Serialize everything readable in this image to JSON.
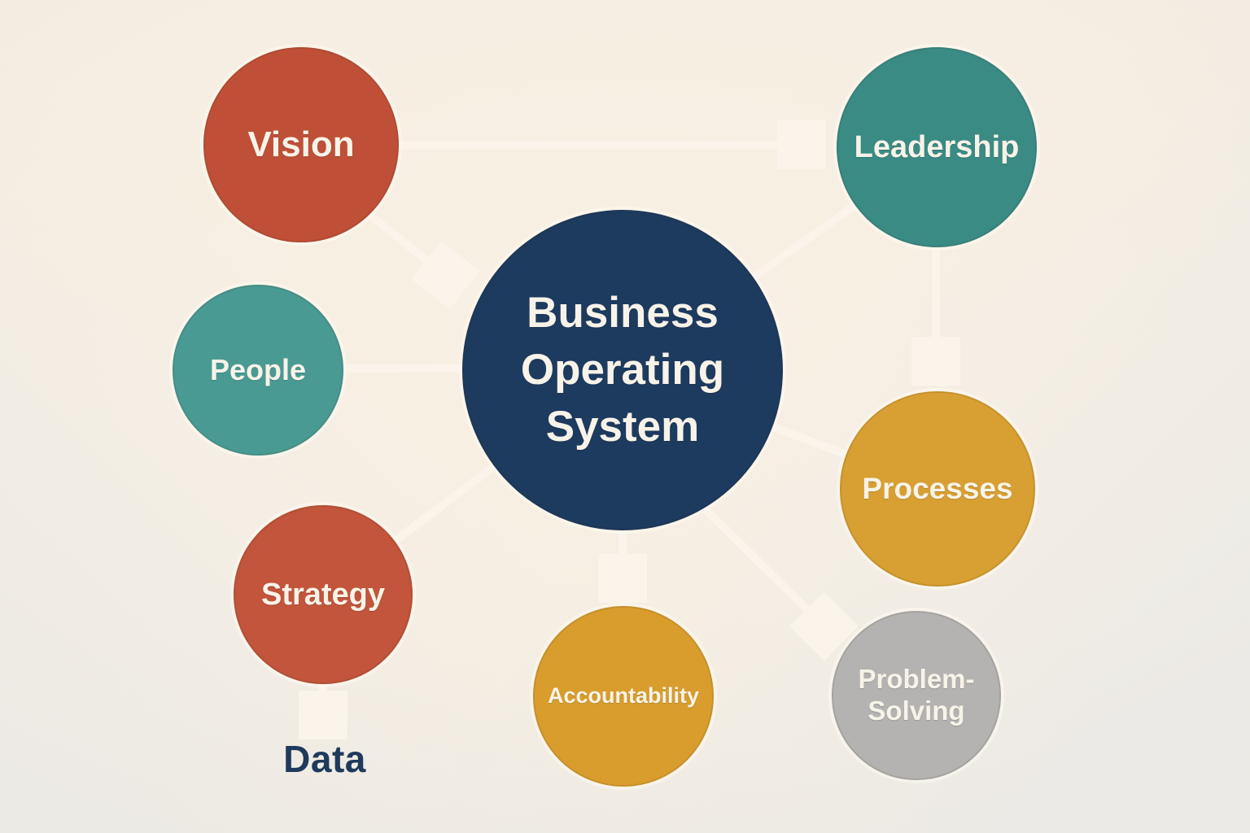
{
  "diagram": {
    "title": "Business Operating System diagram",
    "background_color": "#f6eee2",
    "connector_color": "#faf4ea",
    "label_color": "#f8f3e8"
  },
  "nodes": {
    "vision": {
      "label": "Vision",
      "color": "#bf5037"
    },
    "leadership": {
      "label": "Leadership",
      "color": "#3b8b85"
    },
    "people": {
      "label": "People",
      "color": "#4a9a94"
    },
    "center": {
      "label": "Business Operating System",
      "color": "#1d3a5f"
    },
    "processes": {
      "label": "Processes",
      "color": "#d8a032"
    },
    "strategy": {
      "label": "Strategy",
      "color": "#c2553b"
    },
    "accountability": {
      "label": "Accountability",
      "color": "#d89d2d"
    },
    "problem_solving": {
      "label": "Problem-Solving",
      "color": "#b4b3b1"
    },
    "data": {
      "label": "Data",
      "color": "#1e3a5c"
    }
  },
  "edges": [
    {
      "from": "Vision",
      "to": "Leadership",
      "arrow": true
    },
    {
      "from": "Vision",
      "to": "Business Operating System",
      "arrow": true
    },
    {
      "from": "Leadership",
      "to": "Business Operating System",
      "arrow": false
    },
    {
      "from": "Leadership",
      "to": "Processes",
      "arrow": true
    },
    {
      "from": "People",
      "to": "Business Operating System",
      "arrow": false
    },
    {
      "from": "Business Operating System",
      "to": "Strategy",
      "arrow": false
    },
    {
      "from": "Business Operating System",
      "to": "Processes",
      "arrow": false
    },
    {
      "from": "Business Operating System",
      "to": "Accountability",
      "arrow": true
    },
    {
      "from": "Business Operating System",
      "to": "Problem-Solving",
      "arrow": true
    },
    {
      "from": "Strategy",
      "to": "Data",
      "arrow": true
    }
  ]
}
